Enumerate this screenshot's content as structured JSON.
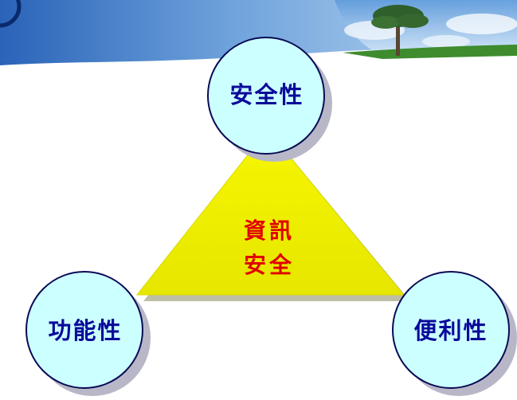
{
  "diagram": {
    "center": {
      "line1": "資訊",
      "line2": "安全"
    },
    "nodes": {
      "top": "安全性",
      "left": "功能性",
      "right": "便利性"
    }
  },
  "colors": {
    "triangle_fill": "#F2F200",
    "circle_fill": "#CCFFFF",
    "circle_stroke": "#0A0A55",
    "circle_shadow": "#B7B7C8",
    "node_text": "#0A0A9A",
    "center_text": "#E00000",
    "banner_blue": "#3F7FC8"
  }
}
